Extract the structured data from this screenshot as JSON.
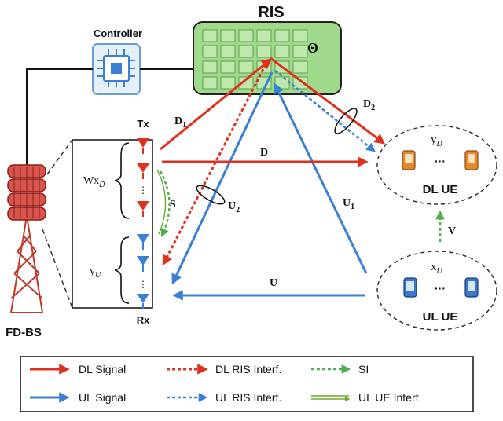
{
  "ris": {
    "title": "RIS",
    "phase": "Θ"
  },
  "controller": {
    "label": "Controller"
  },
  "bs": {
    "label": "FD-BS",
    "tx": "Tx",
    "rx": "Rx",
    "wx": "Wx",
    "wx_sub": "D",
    "yu": "y",
    "yu_sub": "U",
    "dots": "⋮"
  },
  "channels": {
    "D1": "D",
    "D1_sub": "1",
    "D2": "D",
    "D2_sub": "2",
    "D": "D",
    "U1": "U",
    "U1_sub": "1",
    "U2": "U",
    "U2_sub": "2",
    "U": "U",
    "S": "S",
    "V": "V"
  },
  "dl_ue": {
    "label": "DL UE",
    "y": "y",
    "y_sub": "D",
    "dots": "···",
    "color": "#e8862a"
  },
  "ul_ue": {
    "label": "UL UE",
    "x": "x",
    "x_sub": "U",
    "dots": "···",
    "color": "#3a78c9"
  },
  "legend": {
    "items": [
      {
        "label": "DL Signal",
        "color": "#e0301e",
        "style": "solid"
      },
      {
        "label": "DL RIS Interf.",
        "color": "#e0301e",
        "style": "dotted"
      },
      {
        "label": "SI",
        "color": "#4caf50",
        "style": "dotted"
      },
      {
        "label": "UL Signal",
        "color": "#3a7fd6",
        "style": "solid"
      },
      {
        "label": "UL RIS Interf.",
        "color": "#3a7fd6",
        "style": "dotted"
      },
      {
        "label": "UL UE Interf.",
        "color": "#6aaa2a",
        "style": "double"
      }
    ]
  },
  "colors": {
    "dl": "#e0301e",
    "ul": "#3a7fd6",
    "si": "#4caf50",
    "ris_fill": "#9fd98c",
    "ris_cell": "#bfe8ae",
    "tower": "#c0392b"
  }
}
